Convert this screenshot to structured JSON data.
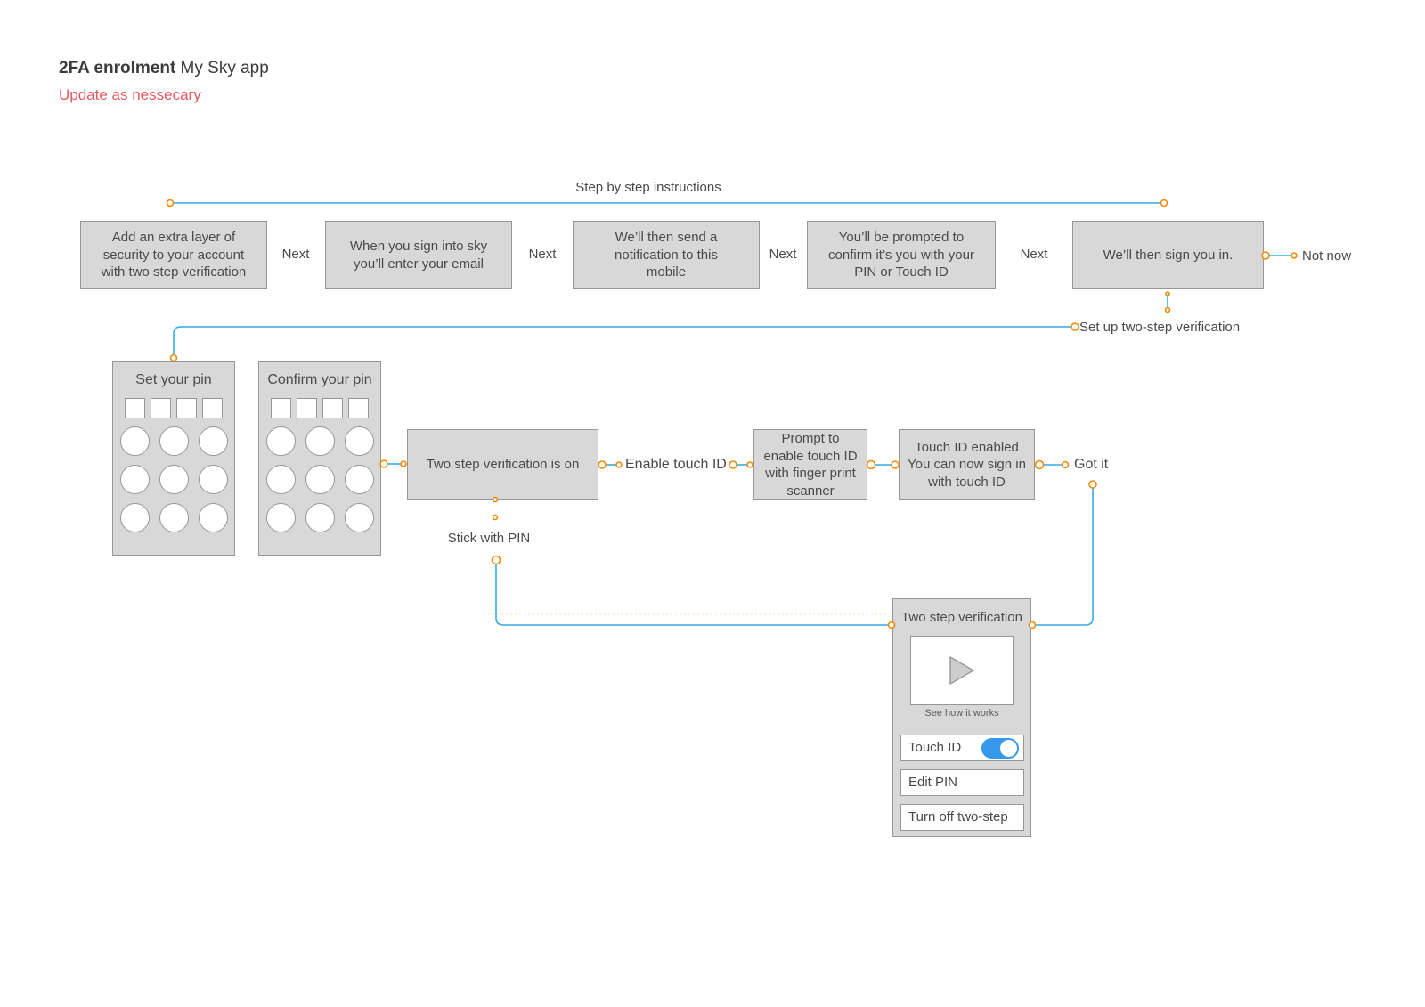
{
  "header": {
    "title_bold": "2FA enrolment",
    "title_regular": "My Sky app",
    "subtitle": "Update as nessecary"
  },
  "annotation": {
    "label": "Step by step instructions"
  },
  "steps": {
    "next_label": "Next",
    "boxes": [
      {
        "text": "Add an extra layer of security to your account with two step verification"
      },
      {
        "text": "When you sign into sky you’ll enter your email"
      },
      {
        "text": "We’ll then send a notification to this mobile"
      },
      {
        "text": "You’ll be prompted to confirm it’s you with your PIN or Touch ID"
      },
      {
        "text": "We’ll then sign you in."
      }
    ],
    "not_now_label": "Not now",
    "setup_label": "Set up two-step verification"
  },
  "pin_flow": {
    "set_pad_title": "Set your pin",
    "confirm_pad_title": "Confirm your pin",
    "verification_on": "Two step verification is on",
    "enable_touch_label": "Enable touch ID",
    "prompt_box": "Prompt to enable touch ID with finger print scanner",
    "enabled_box": "Touch ID enabled You can now sign in with touch ID",
    "got_it_label": "Got it",
    "stick_with_pin_label": "Stick with PIN"
  },
  "phone": {
    "title": "Two step verification",
    "video_caption": "See how it works",
    "touch_id_on": true,
    "rows": [
      {
        "label": "Touch ID"
      },
      {
        "label": "Edit PIN"
      },
      {
        "label": "Turn off two-step"
      }
    ]
  },
  "icons": [
    "play-icon",
    "toggle-on-icon",
    "connector-node-icon"
  ],
  "colors": {
    "line_blue": "#35ACE2",
    "node_orange": "#EE8A11",
    "node_fill": "#FFFBEF",
    "box_fill": "#D8D8D8",
    "box_border": "#979797",
    "accent_red": "#E25A60",
    "toggle_blue": "#3598EA",
    "text_gray": "#4A4A4A"
  }
}
